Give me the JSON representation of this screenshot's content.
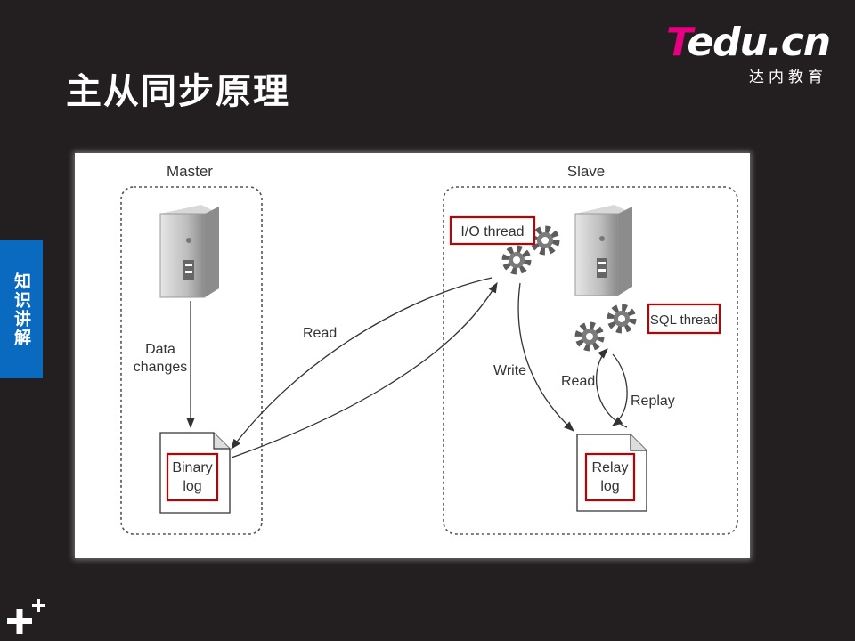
{
  "slide": {
    "title": "主从同步原理",
    "side_tab": "知识讲解"
  },
  "logo": {
    "brand_first": "T",
    "brand_rest": "edu.cn",
    "subtitle": "达内教育"
  },
  "diagram": {
    "master": {
      "label": "Master",
      "data_changes_line1": "Data",
      "data_changes_line2": "changes",
      "binary_log_line1": "Binary",
      "binary_log_line2": "log"
    },
    "slave": {
      "label": "Slave",
      "io_thread": "I/O thread",
      "sql_thread": "SQL thread",
      "write": "Write",
      "read": "Read",
      "replay": "Replay",
      "relay_log_line1": "Relay",
      "relay_log_line2": "log"
    },
    "read_label": "Read"
  },
  "colors": {
    "background": "#231f20",
    "side_tab": "#0a6ac0",
    "brand_pink": "#e4007f",
    "highlight_box": "#c00000"
  }
}
